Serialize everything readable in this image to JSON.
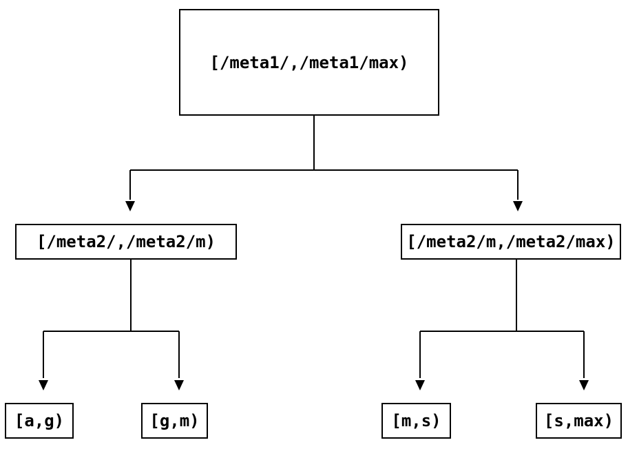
{
  "diagram": {
    "type": "tree",
    "background_color": "#ffffff",
    "line_color": "#000000",
    "nodes": {
      "root": {
        "label": "[/meta1/,/meta1/max)"
      },
      "left_child": {
        "label": "[/meta2/,/meta2/m)"
      },
      "right_child": {
        "label": "[/meta2/m,/meta2/max)"
      },
      "leaf_ag": {
        "label": "[a,g)"
      },
      "leaf_gm": {
        "label": "[g,m)"
      },
      "leaf_ms": {
        "label": "[m,s)"
      },
      "leaf_smax": {
        "label": "[s,max)"
      }
    },
    "edges": [
      {
        "from": "root",
        "to": "left_child"
      },
      {
        "from": "root",
        "to": "right_child"
      },
      {
        "from": "left_child",
        "to": "leaf_ag"
      },
      {
        "from": "left_child",
        "to": "leaf_gm"
      },
      {
        "from": "right_child",
        "to": "leaf_ms"
      },
      {
        "from": "right_child",
        "to": "leaf_smax"
      }
    ]
  }
}
